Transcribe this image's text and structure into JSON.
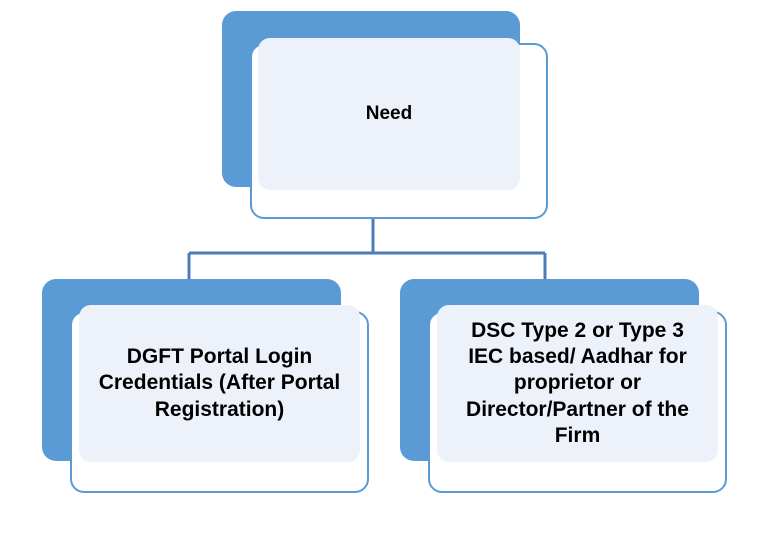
{
  "diagram": {
    "type": "flowchart",
    "orientation": "top-down",
    "title": "Need",
    "colors": {
      "node_fill_blue": "#5B9BD5",
      "node_inner_fill": "#EDF2FA",
      "node_border": "#5B9BD5",
      "connector": "#4A7EBB",
      "text": "#000000",
      "background": "#FFFFFF"
    },
    "nodes": [
      {
        "id": "need",
        "label": "Need",
        "level": 0
      },
      {
        "id": "dgft-portal-login",
        "label": "DGFT Portal Login\nCredentials (After Portal\nRegistration)",
        "level": 1
      },
      {
        "id": "dsc-type",
        "label": "DSC Type 2 or Type 3\nIEC based/ Aadhar for\nproprietor or\nDirector/Partner of the\nFirm",
        "level": 1
      }
    ],
    "edges": [
      {
        "from": "need",
        "to": "dgft-portal-login"
      },
      {
        "from": "need",
        "to": "dsc-type"
      }
    ]
  }
}
